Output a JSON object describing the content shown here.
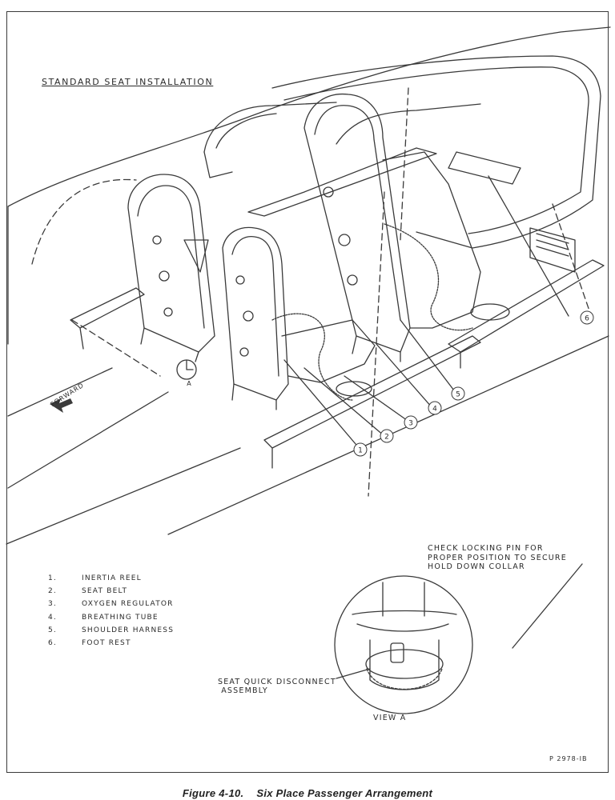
{
  "title": "STANDARD SEAT INSTALLATION",
  "forward_label": "FORWARD",
  "view_a_tag": "A",
  "callouts": [
    "1",
    "2",
    "3",
    "4",
    "5",
    "6"
  ],
  "legend": [
    {
      "num": "1.",
      "label": "INERTIA REEL"
    },
    {
      "num": "2.",
      "label": "SEAT BELT"
    },
    {
      "num": "3.",
      "label": "OXYGEN REGULATOR"
    },
    {
      "num": "4.",
      "label": "BREATHING TUBE"
    },
    {
      "num": "5.",
      "label": "SHOULDER HARNESS"
    },
    {
      "num": "6.",
      "label": "FOOT REST"
    }
  ],
  "check_note": "CHECK LOCKING PIN FOR\nPROPER POSITION TO SECURE\nHOLD DOWN COLLAR",
  "disconnect_label": "SEAT QUICK DISCONNECT\n ASSEMBLY",
  "view_label": "VIEW A",
  "figure_code": "P 2978-IB",
  "caption": {
    "number": "Figure 4-10.",
    "title": "Six Place Passenger Arrangement"
  }
}
